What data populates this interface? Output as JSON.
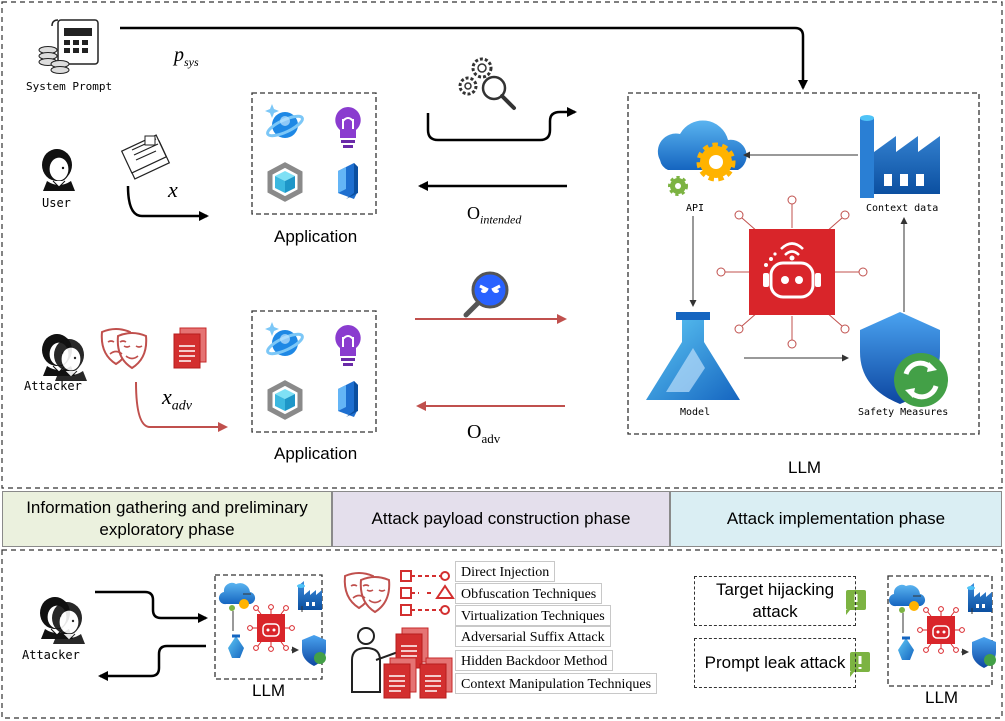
{
  "top": {
    "system_prompt_label": "System Prompt",
    "p_sys": {
      "main": "p",
      "sub": "sys"
    },
    "user_label": "User",
    "x_label": "x",
    "attacker_label": "Attacker",
    "x_adv": {
      "main": "x",
      "sub": "adv"
    },
    "application_label": "Application",
    "o_intended": {
      "main": "O",
      "sub": "intended"
    },
    "o_adv": {
      "main": "O",
      "sub": "adv"
    },
    "llm": {
      "api_label": "API",
      "context_label": "Context data",
      "model_label": "Model",
      "safety_label": "Safety Measures",
      "title": "LLM"
    }
  },
  "phases": {
    "p1": "Information gathering and preliminary exploratory phase",
    "p2": "Attack payload construction phase",
    "p3": "Attack implementation phase",
    "colors": {
      "p1": "#ebf1de",
      "p2": "#e4dfec",
      "p3": "#daeef3"
    }
  },
  "bottom": {
    "attacker_label": "Attacker",
    "llm_left": "LLM",
    "llm_right": "LLM",
    "techniques": [
      "Direct Injection",
      "Obfuscation Techniques",
      "Virtualization Techniques",
      "Adversarial Suffix Attack",
      "Hidden Backdoor Method",
      "Context Manipulation Techniques"
    ],
    "target_hijacking": "Target hijacking attack",
    "prompt_leak": "Prompt leak attack"
  },
  "colors": {
    "attack": "#c0504d",
    "azure": "#1e88e5",
    "robot": "#d9252a",
    "purple": "#8a3ccf"
  }
}
